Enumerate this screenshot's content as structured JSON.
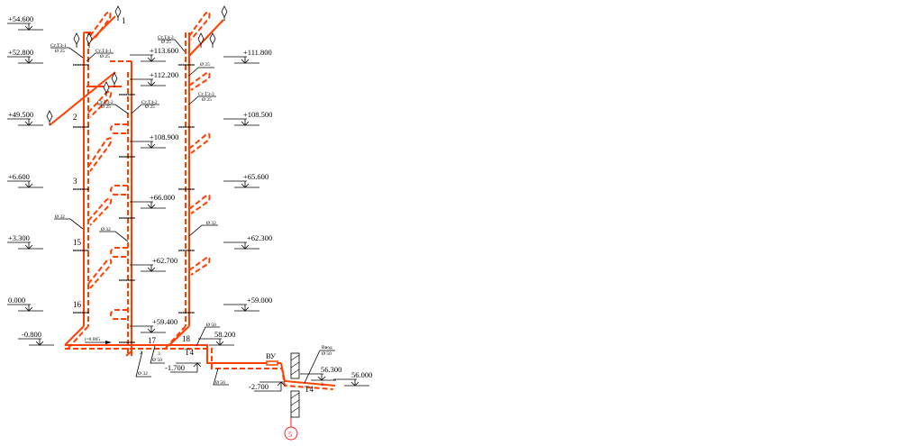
{
  "colors": {
    "pipe": "#ff4000",
    "ink": "#000000",
    "marker": "#ff2020"
  },
  "elevations_left": [
    "+54.600",
    "+52.800",
    "+49.500",
    "+6.600",
    "+3.300",
    "0.000",
    "-0.800"
  ],
  "elevations_middle": [
    "+113.600",
    "+112.200",
    "+108.900",
    "+66.000",
    "+62.700",
    "+59.400"
  ],
  "elevations_right": [
    "+111.800",
    "+108.500",
    "+65.600",
    "+62.300",
    "+59.000"
  ],
  "elevations_bottom": [
    "58.200",
    "-1.700",
    "-2.700",
    "56.300",
    "56.000"
  ],
  "floor_numbers": [
    "1",
    "2",
    "3",
    "15",
    "16",
    "17",
    "18"
  ],
  "riser_labels": [
    {
      "name": "Ст.Т3-1",
      "dia": "Ø 25"
    },
    {
      "name": "Ст.Т4-1",
      "dia": "Ø 25"
    },
    {
      "name": "Ст.Т4-3",
      "dia": "Ø 25"
    },
    {
      "name": "Ст.Т3-2",
      "dia": "Ø 25"
    },
    {
      "name": "Ст.Т4-2",
      "dia": "Ø 25"
    },
    {
      "name": "Ст.Т3-3",
      "dia": "Ø 25"
    }
  ],
  "diameter_labels": {
    "d25": "Ø 25",
    "d32": "Ø 32",
    "d50": "Ø 50"
  },
  "slope": "i=0.005",
  "meter_unit": "ВУ",
  "inlet": {
    "label": "Ввод",
    "dia": "Ø 50"
  },
  "pipe_codes": {
    "t4": "Т4",
    "t3": "3",
    "t2": "2"
  },
  "section_marker": "5"
}
